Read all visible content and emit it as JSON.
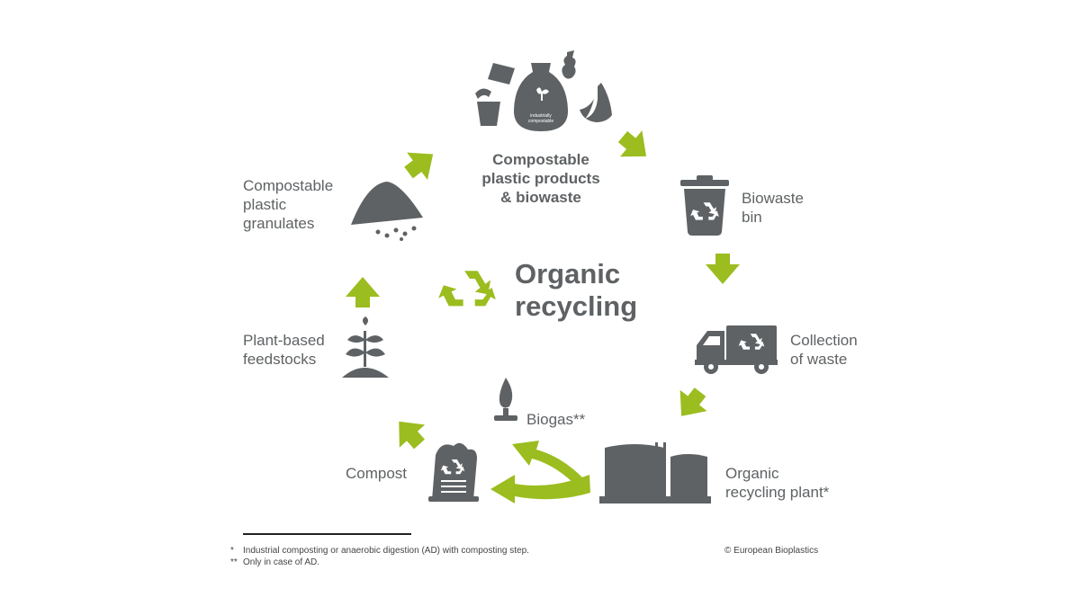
{
  "center": {
    "title_line1": "Organic",
    "title_line2": "recycling"
  },
  "stages": {
    "products": {
      "line1": "Compostable",
      "line2": "plastic products",
      "line3": "& biowaste"
    },
    "bin": {
      "line1": "Biowaste",
      "line2": "bin"
    },
    "collection": {
      "line1": "Collection",
      "line2": "of waste"
    },
    "plant": {
      "line1": "Organic",
      "line2": "recycling plant*"
    },
    "biogas": {
      "line1": "Biogas**"
    },
    "compost": {
      "line1": "Compost"
    },
    "feedstocks": {
      "line1": "Plant-based",
      "line2": "feedstocks"
    },
    "granulates": {
      "line1": "Compostable",
      "line2": "plastic",
      "line3": "granulates"
    }
  },
  "bag_label": {
    "line1": "industrially",
    "line2": "compostable"
  },
  "footnotes": {
    "note1_mark": "*",
    "note1_text": "Industrial composting or anaerobic digestion (AD) with composting step.",
    "note2_mark": "**",
    "note2_text": "Only in case of AD.",
    "copyright": "© European Bioplastics"
  },
  "colors": {
    "arrow_green": "#9bbd1f",
    "icon_gray": "#5f6264",
    "text_gray": "#5f6264"
  },
  "icons": [
    "recycle-icon",
    "bag-icon",
    "bin-icon",
    "truck-icon",
    "plant-icon",
    "flame-icon",
    "sack-icon",
    "seedling-icon",
    "granulate-pile-icon"
  ]
}
